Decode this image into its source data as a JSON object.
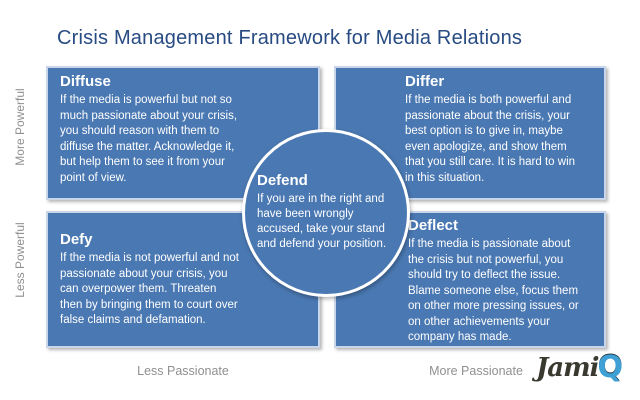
{
  "title": "Crisis Management Framework for Media Relations",
  "colors": {
    "title_text": "#274B82",
    "quadrant_fill": "#4A78B2",
    "quadrant_border": "#C9D5E8",
    "text_on_blue": "#FFFFFF",
    "axis_label": "#909090",
    "logo_dark": "#3A3930",
    "logo_q_blue": "#3FA0D6"
  },
  "axes": {
    "y_top": "More Powerful",
    "y_bottom": "Less Powerful",
    "x_left": "Less Passionate",
    "x_right": "More Passionate"
  },
  "quadrants": [
    {
      "id": "diffuse",
      "title": "Diffuse",
      "text": "If the media is powerful but not so\nmuch passionate about your crisis,\nyou should reason with them to\ndiffuse the matter. Acknowledge it,\nbut help them to see it from your\npoint of view."
    },
    {
      "id": "differ",
      "title": "Differ",
      "text": "If the media is both powerful and\npassionate about the crisis, your\nbest option is to give in, maybe\neven apologize, and show them\nthat you still care. It is hard to win\nin this situation."
    },
    {
      "id": "defy",
      "title": "Defy",
      "text": "If the media is not powerful and not\npassionate about your crisis, you\ncan overpower them. Threaten\nthen by bringing them to court over\nfalse claims and defamation."
    },
    {
      "id": "deflect",
      "title": "Deflect",
      "text": "If the media is passionate about\nthe crisis but not powerful, you\nshould try to deflect the issue.\nBlame someone else, focus them\non other more pressing issues, or\non other achievements your\ncompany has made."
    }
  ],
  "center": {
    "title": "Defend",
    "text": "If you are in the right and\nhave been wrongly\naccused, take your stand\nand defend your position."
  },
  "logo": {
    "jami": "Jami",
    "q": "Q"
  }
}
